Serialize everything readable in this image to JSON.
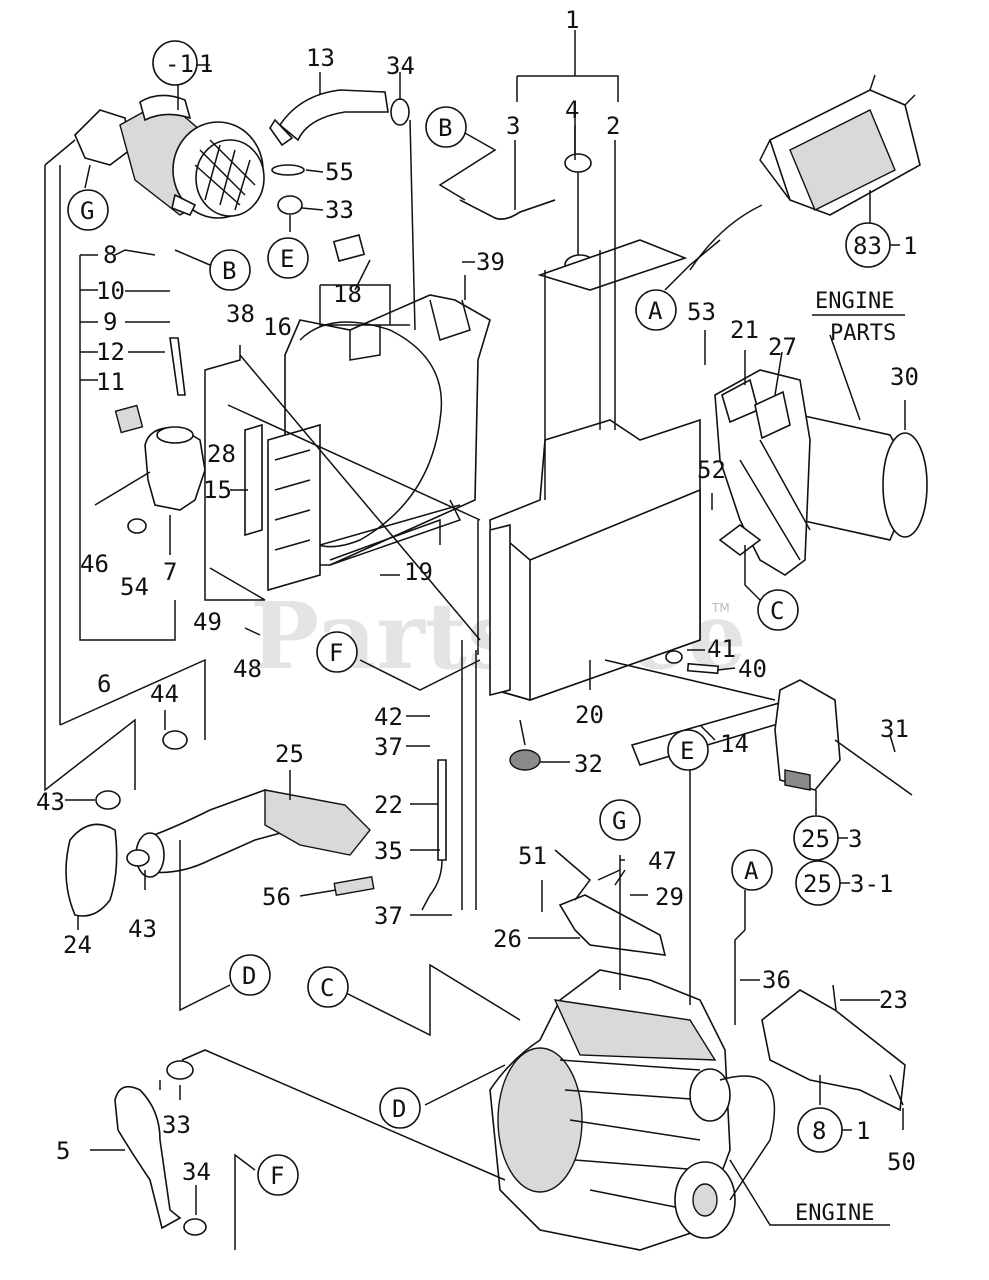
{
  "watermark": {
    "text": "PartsTree",
    "tm": "TM"
  },
  "callout_letters": {
    "A1": "A",
    "A2": "A",
    "B1": "B",
    "B2": "B",
    "C1": "C",
    "C2": "C",
    "D1": "D",
    "D2": "D",
    "E1": "E",
    "E2": "E",
    "F1": "F",
    "F2": "F",
    "G1": "G",
    "G2": "G"
  },
  "circled_numbers": {
    "cap": "-1",
    "n83": "83",
    "n25a": "25",
    "n25b": "25",
    "n8": "8"
  },
  "part_numbers": {
    "p1_top": "1",
    "p1_cap": "1",
    "p1_83": "1",
    "p1_253": "3",
    "p1_2531": "3-1",
    "p1_81": "1",
    "p2": "2",
    "p3": "3",
    "p4": "4",
    "p5": "5",
    "p6": "6",
    "p7": "7",
    "p8": "8",
    "p9": "9",
    "p10": "10",
    "p11": "11",
    "p12": "12",
    "p13": "13",
    "p14": "14",
    "p15": "15",
    "p16": "16",
    "p18": "18",
    "p19": "19",
    "p20": "20",
    "p21": "21",
    "p22": "22",
    "p23": "23",
    "p24": "24",
    "p25": "25",
    "p26": "26",
    "p27": "27",
    "p28": "28",
    "p29": "29",
    "p30": "30",
    "p31": "31",
    "p32": "32",
    "p33a": "33",
    "p33b": "33",
    "p34a": "34",
    "p34b": "34",
    "p35": "35",
    "p36": "36",
    "p37a": "37",
    "p37b": "37",
    "p38": "38",
    "p39": "39",
    "p40": "40",
    "p41": "41",
    "p42": "42",
    "p43a": "43",
    "p43b": "43",
    "p44": "44",
    "p46": "46",
    "p47": "47",
    "p48": "48",
    "p49": "49",
    "p50": "50",
    "p51": "51",
    "p52": "52",
    "p53": "53",
    "p54": "54",
    "p55": "55",
    "p56": "56"
  },
  "text_labels": {
    "engine_parts_1": "ENGINE",
    "engine_parts_2": "PARTS",
    "engine": "ENGINE"
  }
}
